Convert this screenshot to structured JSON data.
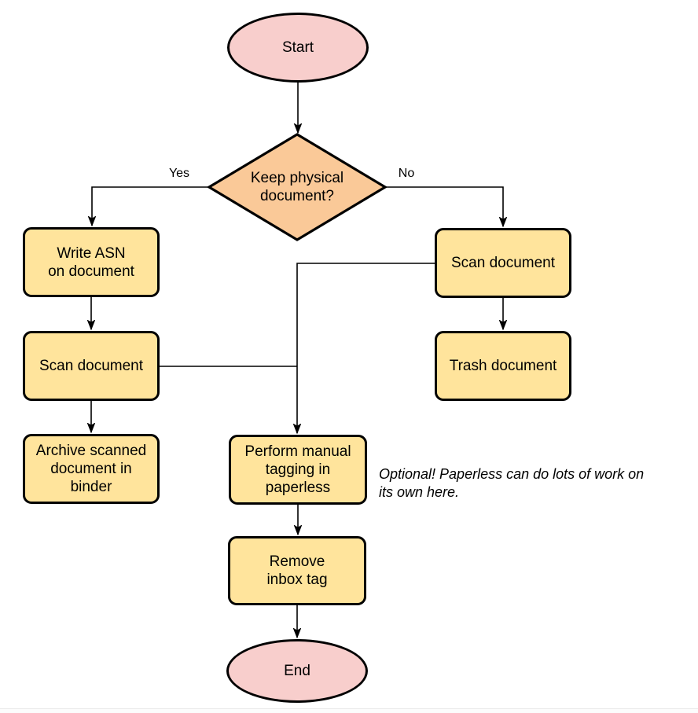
{
  "colors": {
    "terminator_fill": "#f8cecc",
    "decision_fill": "#fac998",
    "process_fill": "#ffe49c",
    "stroke": "#000000",
    "background": "#ffffff"
  },
  "nodes": {
    "start": {
      "lines": [
        "Start"
      ]
    },
    "decision": {
      "lines": [
        "Keep physical",
        "document?"
      ]
    },
    "write_asn": {
      "lines": [
        "Write ASN",
        "on document"
      ]
    },
    "scan_left": {
      "lines": [
        "Scan document"
      ]
    },
    "archive": {
      "lines": [
        "Archive scanned",
        "document in",
        "binder"
      ]
    },
    "scan_right": {
      "lines": [
        "Scan document"
      ]
    },
    "trash": {
      "lines": [
        "Trash document"
      ]
    },
    "tagging": {
      "lines": [
        "Perform manual",
        "tagging in",
        "paperless"
      ]
    },
    "remove_tag": {
      "lines": [
        "Remove",
        "inbox tag"
      ]
    },
    "end": {
      "lines": [
        "End"
      ]
    }
  },
  "edge_labels": {
    "yes": "Yes",
    "no": "No"
  },
  "annotation": {
    "lines": [
      "Optional! Paperless can do lots of work on",
      "its own here."
    ]
  }
}
